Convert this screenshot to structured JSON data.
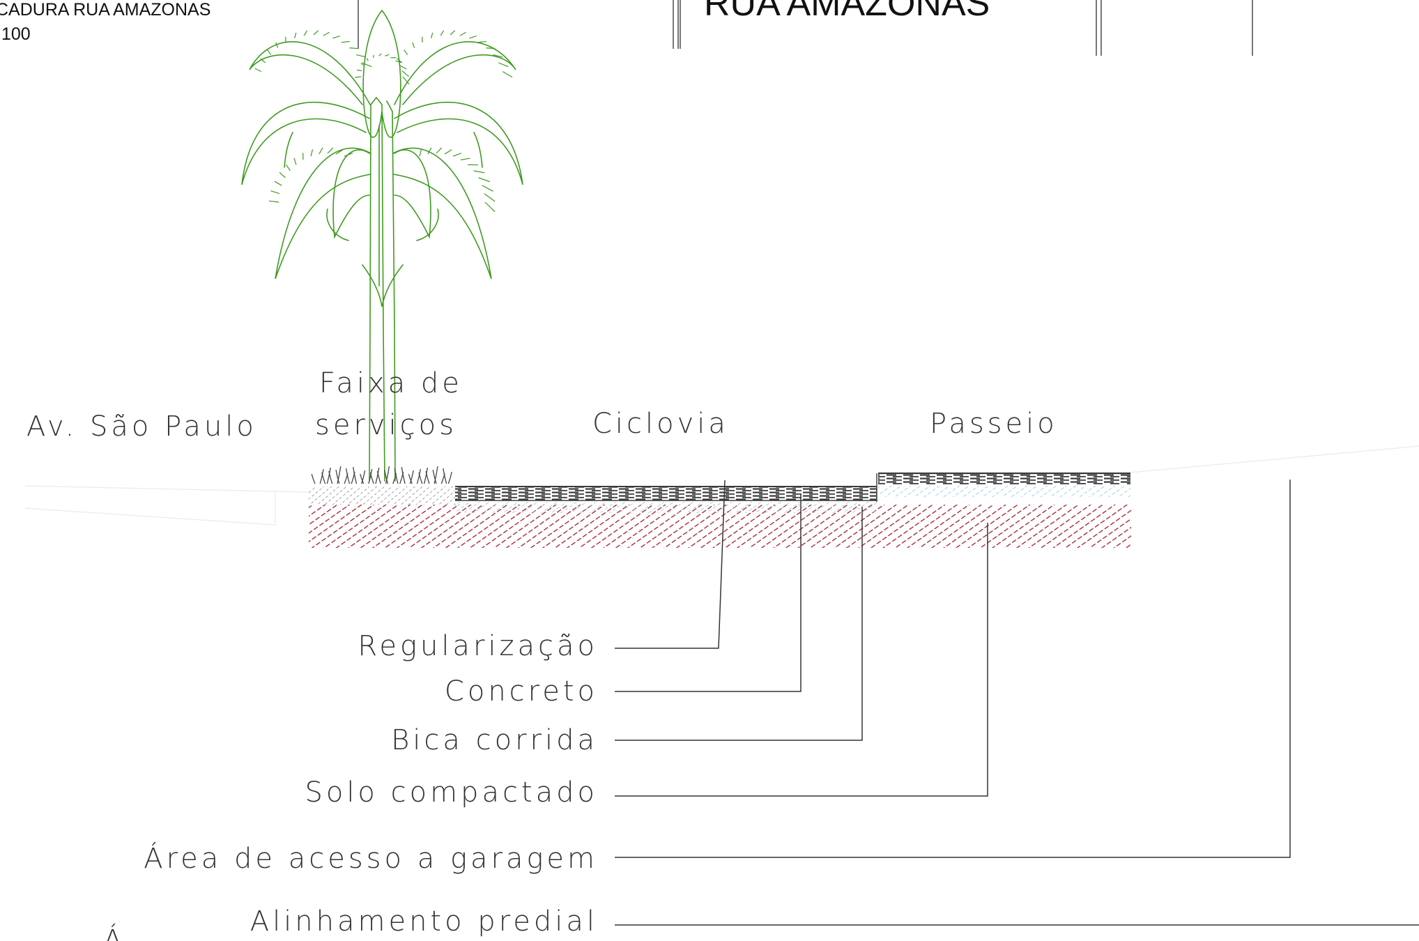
{
  "title_block": {
    "heading_line1": "CADURA RUA AMAZONAS",
    "heading_line2": "100",
    "big_title": "RUA AMAZONAS"
  },
  "labels": {
    "street": "Av. São Paulo",
    "service_strip_line1": "Faixa de",
    "service_strip_line2": "serviços",
    "bike_lane": "Ciclovia",
    "sidewalk": "Passeio"
  },
  "legend": [
    {
      "label": "Regularização"
    },
    {
      "label": "Concreto"
    },
    {
      "label": "Bica corrida"
    },
    {
      "label": "Solo compactado"
    },
    {
      "label": "Área de acesso a garagem"
    },
    {
      "label": "Alinhamento predial"
    }
  ],
  "footer_fragment": "Á",
  "colors": {
    "palm": "#3f9a1f",
    "soil_hatch": "#a31b2a",
    "gravel_hatch": "#8fc1e3",
    "concrete": "#3a3a3a",
    "leader": "#333333",
    "text": "#333333"
  }
}
